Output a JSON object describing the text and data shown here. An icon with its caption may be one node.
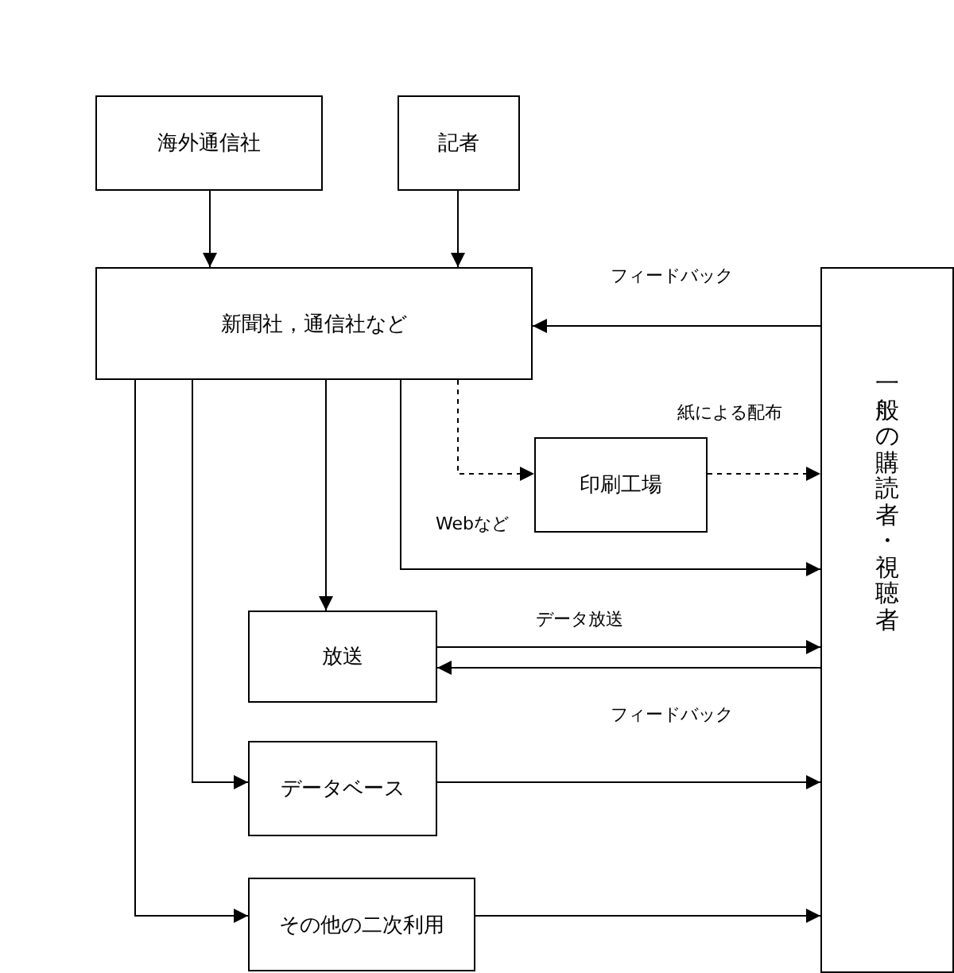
{
  "diagram": {
    "nodes": [
      {
        "text": [
          "海外通信社"
        ]
      },
      {
        "text": [
          "記者"
        ]
      },
      {
        "text": [
          "新聞社，通信社など"
        ]
      },
      {
        "text": [
          "一般の購読者・視聴者"
        ]
      },
      {
        "text": [
          "印刷工場"
        ]
      },
      {
        "text": [
          "放送"
        ]
      },
      {
        "text": [
          "データベース"
        ]
      },
      {
        "text": [
          "その他の二次利用"
        ]
      }
    ],
    "edges": [
      {
        "from": 0,
        "to": 2,
        "arrow": "to"
      },
      {
        "from": 1,
        "to": 2,
        "arrow": "to"
      },
      {
        "from": 3,
        "to": 2,
        "arrow": "to",
        "label": "フィードバック"
      },
      {
        "from": 2,
        "to": 4,
        "arrow": "to",
        "style": "dashed"
      },
      {
        "from": 4,
        "to": 3,
        "arrow": "to",
        "style": "dashed",
        "label": "紙による配布"
      },
      {
        "from": 2,
        "to": 3,
        "arrow": "to",
        "label": "Webなど"
      },
      {
        "from": 2,
        "to": 5,
        "arrow": "to"
      },
      {
        "from": 5,
        "to": 3,
        "arrow": "to",
        "label": "データ放送"
      },
      {
        "from": 3,
        "to": 5,
        "arrow": "to",
        "label": "フィードバック"
      },
      {
        "from": 2,
        "to": 6,
        "arrow": "to"
      },
      {
        "from": 6,
        "to": 3,
        "arrow": "to"
      },
      {
        "from": 2,
        "to": 7,
        "arrow": "to"
      },
      {
        "from": 7,
        "to": 3,
        "arrow": "to"
      }
    ]
  }
}
